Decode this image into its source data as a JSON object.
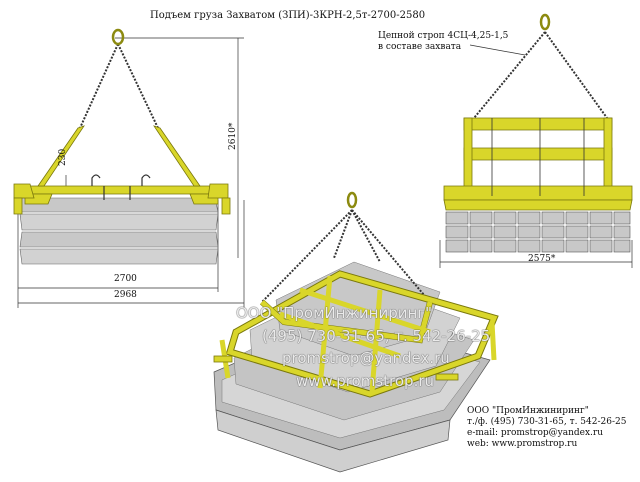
{
  "title": "Подъем груза Захватом (ЗПИ)-3КРН-2,5т-2700-2580",
  "dimensions": {
    "width_inner": "2700",
    "width_outer": "2968",
    "height_total": "2610*",
    "beam_height": "230",
    "side_width": "2575*"
  },
  "note": {
    "line1": "Цепной строп 4СЦ-4,25-1,5",
    "line2": "в составе захвата"
  },
  "company": {
    "name": "ООО \"ПромИнжиниринг\"",
    "phones": "т./ф. (495) 730-31-65, т. 542-26-25",
    "email": "e-mail: promstrop@yandex.ru",
    "web": "web:     www.promstrop.ru"
  },
  "watermark": {
    "line1": "ООО \"ПромИнжиниринг\"",
    "line2": "(495) 730-31-65, т. 542-26-25",
    "line3": "promstrop@yandex.ru",
    "line4": "www.promstrop.ru"
  },
  "colors": {
    "frame": "#d9d62a",
    "frame_dark": "#8c8a10",
    "ingot": "#c8c8c8",
    "ingot_dark": "#8a8a8a",
    "chain": "#444444"
  }
}
